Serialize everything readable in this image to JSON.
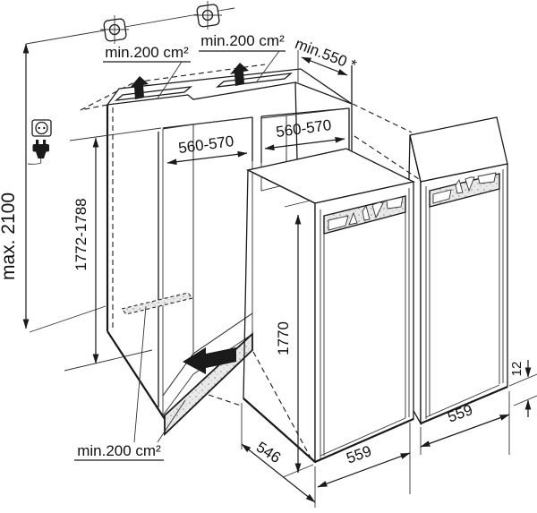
{
  "diagram": {
    "type": "installation-dimension-diagram",
    "subject": "built-in refrigeration appliances with furniture niches, ventilation and mains connection",
    "labels": {
      "vent_top_left": "min.200 cm²",
      "vent_top_center": "min.200 cm²",
      "vent_bottom": "min.200 cm²",
      "niche_depth": "min.550 *",
      "niche1_width": "560-570",
      "niche2_width": "560-570",
      "niche_height": "1772-1788",
      "socket_max_height": "max. 2100",
      "appliance_height": "1770",
      "appliance_depth": "546",
      "appliance_left_width": "559",
      "appliance_right_width": "559",
      "base_clearance": "12"
    },
    "icons": {
      "socket": "power-socket-icon",
      "plug": "power-plug-icon",
      "fixing": "fixing-point-icon",
      "airflow_up": "airflow-up-arrow-icon",
      "airflow_in": "airflow-in-arrow-icon"
    },
    "colors": {
      "line": "#1a1a1a",
      "niche_side_wall": "#a8a8a8",
      "niche_back_wall": "#cdcdcd",
      "niche_floor": "#e2e2e2",
      "vent_grille": "#e9e9e9",
      "background": "#ffffff"
    }
  }
}
